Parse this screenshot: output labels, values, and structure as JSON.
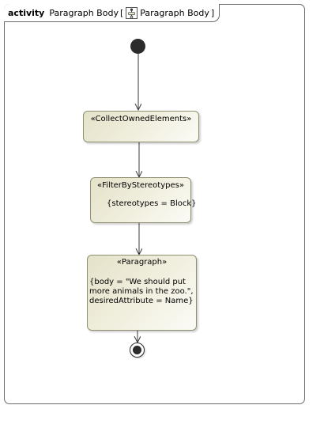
{
  "frame": {
    "keyword": "activity",
    "name": "Paragraph Body",
    "open_bracket": "[",
    "diagram_name": "Paragraph Body",
    "close_bracket": "]",
    "icon": "activity-diagram-icon"
  },
  "nodes": {
    "collect": {
      "stereotype": "«CollectOwnedElements»"
    },
    "filter": {
      "stereotype": "«FilterByStereotypes»",
      "body": "{stereotypes = Block}"
    },
    "paragraph": {
      "stereotype": "«Paragraph»",
      "body": "{body = \"We should put\nmore animals in the zoo.\",\ndesiredAttribute = Name}"
    }
  }
}
